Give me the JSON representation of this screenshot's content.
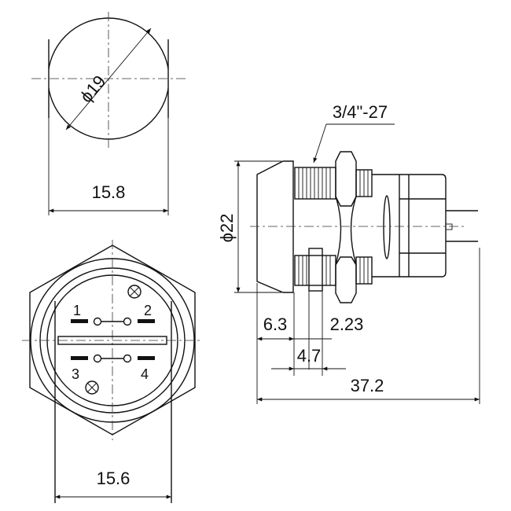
{
  "top_view": {
    "diameter_label": "ϕ19",
    "width_label": "15.8"
  },
  "front_view": {
    "width_label": "15.6",
    "pins": [
      "1",
      "2",
      "3",
      "4"
    ]
  },
  "side_view": {
    "thread_label": "3/4\"-27",
    "diameter_label": "ϕ22",
    "dims": {
      "cap": "6.3",
      "key": "2.23",
      "thread_start": "4.7",
      "total": "37.2"
    }
  }
}
